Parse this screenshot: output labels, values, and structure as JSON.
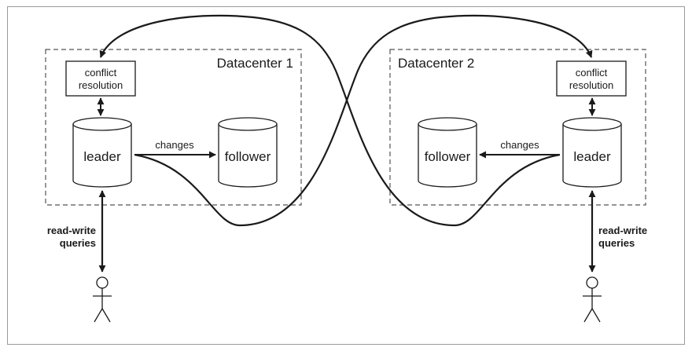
{
  "datacenters": [
    {
      "title": "Datacenter 1",
      "conflict_resolution": [
        "conflict",
        "resolution"
      ],
      "leader": "leader",
      "follower": "follower",
      "changes": "changes",
      "queries": [
        "read-write",
        "queries"
      ]
    },
    {
      "title": "Datacenter 2",
      "conflict_resolution": [
        "conflict",
        "resolution"
      ],
      "leader": "leader",
      "follower": "follower",
      "changes": "changes",
      "queries": [
        "read-write",
        "queries"
      ]
    }
  ],
  "colors": {
    "stroke": "#1a1a1a",
    "frame": "#9a9a9a",
    "dashed": "#555555",
    "background": "#ffffff"
  }
}
